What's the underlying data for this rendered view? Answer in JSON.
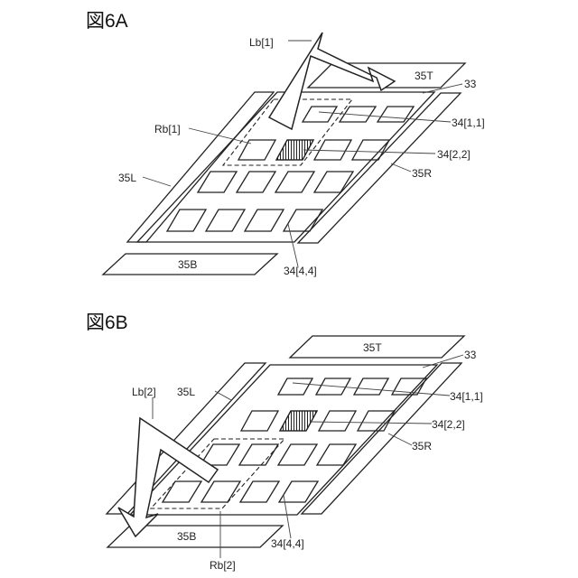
{
  "figure_a": {
    "title": "図6A",
    "labels": {
      "lb": "Lb[1]",
      "rb": "Rb[1]",
      "t35": "35T",
      "n33": "33",
      "p11": "34[1,1]",
      "p22": "34[2,2]",
      "r35": "35R",
      "l35": "35L",
      "b35": "35B",
      "p44": "34[4,4]"
    }
  },
  "figure_b": {
    "title": "図6B",
    "labels": {
      "t35": "35T",
      "n33": "33",
      "l35": "35L",
      "lb": "Lb[2]",
      "p11": "34[1,1]",
      "p22": "34[2,2]",
      "r35": "35R",
      "b35": "35B",
      "p44": "34[4,4]",
      "rb": "Rb[2]"
    }
  },
  "colors": {
    "line": "#222222",
    "leader": "#444444"
  }
}
